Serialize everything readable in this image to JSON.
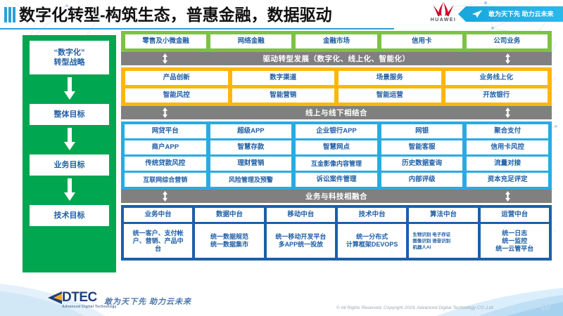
{
  "header": {
    "title": "数字化转型-构筑生态，普惠金融，数据驱动",
    "brand": "HUAWEI",
    "ribbon_text": "敢为天下先 助力云未来"
  },
  "sidebar": {
    "items": [
      {
        "label": "“数字化”\n转型战略"
      },
      {
        "label": "整体目标"
      },
      {
        "label": "业务目标"
      },
      {
        "label": "技术目标"
      }
    ],
    "labels": {
      "strategy_line1": "“数字化”",
      "strategy_line2": "转型战略",
      "overall_goal": "整体目标",
      "business_goal": "业务目标",
      "tech_goal": "技术目标"
    }
  },
  "business_lines": {
    "items": [
      "零售及小微金融",
      "网络金融",
      "金融市场",
      "信用卡",
      "公司业务"
    ]
  },
  "connectors": {
    "drive": "驱动转型发展（数字化、线上化、智能化）",
    "online_offline": "线上与线下相结合",
    "biz_tech": "业务与科技相融合"
  },
  "transformation": {
    "row1": [
      "产品创新",
      "数字渠道",
      "场景服务",
      "业务线上化"
    ],
    "row2": [
      "智能风控",
      "智能营销",
      "智能运营",
      "开放银行"
    ]
  },
  "applications": {
    "row1": [
      "网贷平台",
      "超级APP",
      "企业银行APP",
      "网银",
      "聚合支付"
    ],
    "row2": [
      "商户APP",
      "智慧存款",
      "智慧网点",
      "智能客服",
      "信用卡风控"
    ],
    "row3": [
      "传统贷款风控",
      "理财营销",
      "互金影像内容管理",
      "历史数据查询",
      "流量对接"
    ],
    "row4": [
      "互联网综合营销",
      "风险管理及预警",
      "诉讼案件管理",
      "内部评级",
      "资本充足评定"
    ]
  },
  "platforms": {
    "columns": [
      {
        "title": "业务中台",
        "lines": [
          "统一客户、支付帐",
          "户、营销、产品中",
          "台"
        ]
      },
      {
        "title": "数据中台",
        "lines": [
          "统一数据规范",
          "统一数据集市"
        ]
      },
      {
        "title": "移动中台",
        "lines": [
          "统一移动开发平台",
          "多APP统一投放"
        ]
      },
      {
        "title": "技术中台",
        "lines": [
          "统一分布式",
          "计算框架DEVOPS"
        ]
      },
      {
        "title": "算法中台",
        "lines": [
          "生物识别 电子存证",
          "图像识别 语音识别",
          "机器人AI"
        ]
      },
      {
        "title": "运营中台",
        "lines": [
          "统一日志",
          "统一监控",
          "统一云管平台"
        ]
      }
    ]
  },
  "footer": {
    "logo_text": "DTEC",
    "logo_sub": "Advanced Digital Technology",
    "slogan": "敢为天下先  助力云未来",
    "copyright": "© All Rights Reserved. Copyright 2019, Advanced Digital Technology CO.,Ltd",
    "page_number": "10"
  },
  "colors": {
    "green_band": "#7dc242",
    "sidebar_green": "#00a650",
    "orange_band": "#ffb60a",
    "blue_band": "#29abe2",
    "dark_blue_band": "#1c5faa",
    "gray_bar": "#808080",
    "huawei_red": "#cf0a2c",
    "text_blue": "#1f5fa6"
  }
}
